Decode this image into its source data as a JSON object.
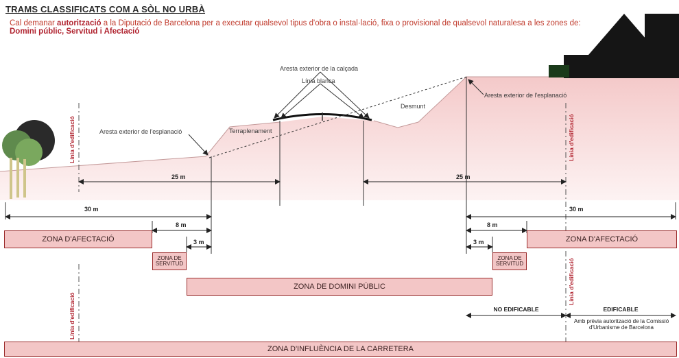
{
  "title": "TRAMS CLASSIFICATS COM A SÒL NO URBÀ",
  "intro": {
    "text_before": "Cal demanar ",
    "bold_1": "autorització",
    "text_middle": " a la Diputació de Barcelona per a executar qualsevol tipus d'obra o instal·lació, fixa o provisional de qualsevol naturalesa a les zones de: ",
    "bold_2": "Domini públic, Servitud i Afectació"
  },
  "labels": {
    "aresta_calcada": "Aresta exterior de la calçada",
    "linia_blanca": "Línia blanca",
    "aresta_esplanacio_left": "Aresta exterior de l'esplanació",
    "aresta_esplanacio_right": "Aresta exterior de l'esplanació",
    "terraplenament": "Terraplenament",
    "desmunt": "Desmunt",
    "linia_edificacio": "Línia d'edificació"
  },
  "dimensions": {
    "d25_left": "25 m",
    "d25_right": "25 m",
    "d30_left": "30 m",
    "d30_right": "30 m",
    "d8_left": "8 m",
    "d8_right": "8 m",
    "d3_left": "3 m",
    "d3_right": "3 m"
  },
  "zones": {
    "afectacio_left": "ZONA D'AFECTACIÓ",
    "afectacio_right": "ZONA D'AFECTACIÓ",
    "servitud_left": "ZONA DE SERVITUD",
    "servitud_right": "ZONA DE SERVITUD",
    "domini_public": "ZONA DE DOMINI PÚBLIC",
    "influencia": "ZONA D'INFLUÈNCIA DE LA CARRETERA"
  },
  "notes": {
    "no_edificable": "NO EDIFICABLE",
    "edificable": "EDIFICABLE",
    "autoritzacio": "Amb prèvia autorització de la Comissió d'Urbanisme de Barcelona"
  },
  "colors": {
    "zone_fill": "#f3c6c6",
    "zone_border": "#9a2a2a",
    "accent_red": "#b0232f",
    "terrain_fill": "#f6d4d4"
  }
}
